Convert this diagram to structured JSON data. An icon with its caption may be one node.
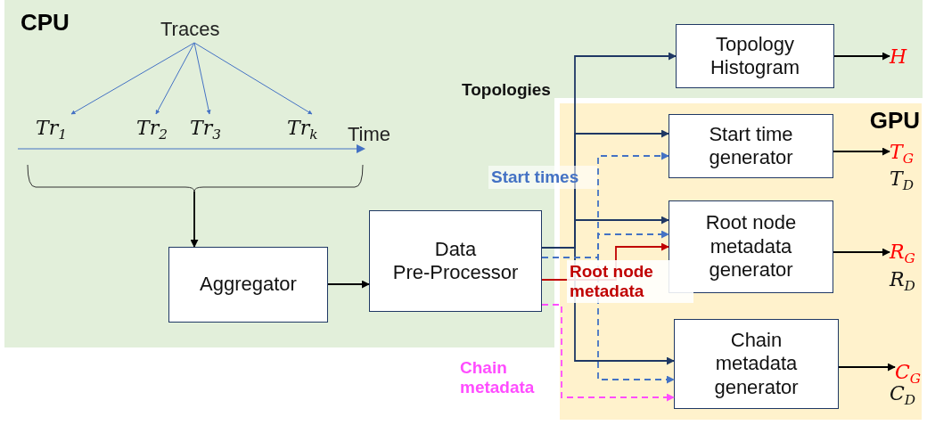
{
  "diagram": {
    "nodes": [
      {
        "text": [
          "CPU"
        ]
      },
      {
        "text": [
          "Traces"
        ],
        "in": 0
      },
      {
        "text": [
          "Tr$_{1}$"
        ],
        "in": 0
      },
      {
        "text": [
          "Tr$_{2}$"
        ],
        "in": 0
      },
      {
        "text": [
          "Tr$_{3}$"
        ],
        "in": 0
      },
      {
        "text": [
          "Tr$_{k}$"
        ],
        "in": 0
      },
      {
        "text": [
          "Aggregator"
        ],
        "in": 0
      },
      {
        "text": [
          "Data Pre-Processor"
        ],
        "in": 0
      },
      {
        "text": [
          "Topology Histogram"
        ],
        "in": 0
      },
      {
        "text": [
          "GPU"
        ]
      },
      {
        "text": [
          "Start time generator"
        ]
      },
      {
        "text": [
          "Root node metadata generator"
        ]
      },
      {
        "text": [
          "Chain metadata generator"
        ],
        "in": 9
      },
      {
        "text": [
          "H"
        ],
        "in": 0
      },
      {
        "text": [
          "T$_{G}$"
        ]
      },
      {
        "text": [
          "R$_{G}$"
        ]
      },
      {
        "text": [
          "C$_{G}$"
        ],
        "in": 9
      },
      {
        "text": [],
        "shape": "bracket",
        "in": 0
      }
    ],
    "edges": [
      {
        "from": 1,
        "to": 2,
        "arrow": "to",
        "color": "#4472c4"
      },
      {
        "from": 1,
        "to": 3,
        "arrow": "to",
        "color": "#4472c4"
      },
      {
        "from": 1,
        "to": 4,
        "arrow": "to",
        "color": "#4472c4"
      },
      {
        "from": 1,
        "to": 5,
        "arrow": "to",
        "color": "#4472c4"
      },
      {
        "from": 17,
        "to": 6,
        "arrow": "to",
        "color": "#000000"
      },
      {
        "from": 6,
        "to": 7,
        "arrow": "to",
        "color": "#000000"
      },
      {
        "from": 7,
        "to": 8,
        "arrow": "to",
        "label": "Topologies",
        "color": "#1f3864"
      },
      {
        "from": 7,
        "to": 10,
        "arrow": "to",
        "color": "#1f3864"
      },
      {
        "from": 7,
        "to": 11,
        "arrow": "to",
        "color": "#1f3864"
      },
      {
        "from": 7,
        "to": 12,
        "arrow": "to",
        "color": "#1f3864"
      },
      {
        "from": 7,
        "to": 10,
        "arrow": "to",
        "label": "Start times",
        "style": "dashed",
        "color": "#4472c4"
      },
      {
        "from": 7,
        "to": 11,
        "arrow": "to",
        "style": "dashed",
        "color": "#4472c4"
      },
      {
        "from": 7,
        "to": 12,
        "arrow": "to",
        "style": "dashed",
        "color": "#4472c4"
      },
      {
        "from": 7,
        "to": 11,
        "arrow": "to",
        "label": "Root node metadata",
        "color": "#c00000"
      },
      {
        "from": 7,
        "to": 12,
        "arrow": "to",
        "label": "Chain metadata",
        "style": "dashed",
        "color": "#ff4dff"
      },
      {
        "from": 8,
        "to": 13,
        "arrow": "to",
        "color": "#000000"
      },
      {
        "from": 10,
        "to": 14,
        "arrow": "to",
        "color": "#000000"
      },
      {
        "from": 11,
        "to": 15,
        "arrow": "to",
        "color": "#000000"
      },
      {
        "from": 12,
        "to": 16,
        "arrow": "to",
        "color": "#000000"
      }
    ],
    "labels": [
      "Time",
      "T$_{D}$",
      "R$_{D}$",
      "C$_{D}$"
    ]
  }
}
